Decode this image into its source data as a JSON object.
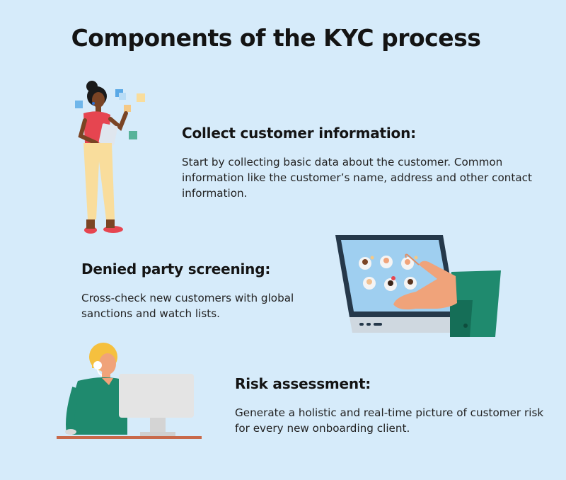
{
  "title": "Components of the KYC process",
  "sections": [
    {
      "heading": "Collect customer information:",
      "body": "Start by collecting basic data about the customer. Common information like the customer’s name, address and other contact information.",
      "illustration": "woman-with-tablet"
    },
    {
      "heading": "Denied party screening:",
      "body": "Cross-check new customers with global sanctions and watch lists.",
      "illustration": "hand-on-tablet-with-profiles"
    },
    {
      "heading": "Risk assessment:",
      "body": "Generate a holistic and real-time picture of customer risk for every new onboarding client.",
      "illustration": "support-agent-at-computer"
    }
  ],
  "colors": {
    "background": "#d6ebfa",
    "accent_red": "#e64550",
    "accent_yellow": "#f9dd9c",
    "accent_teal": "#1f8a6e",
    "screen_blue": "#9fcff0"
  }
}
